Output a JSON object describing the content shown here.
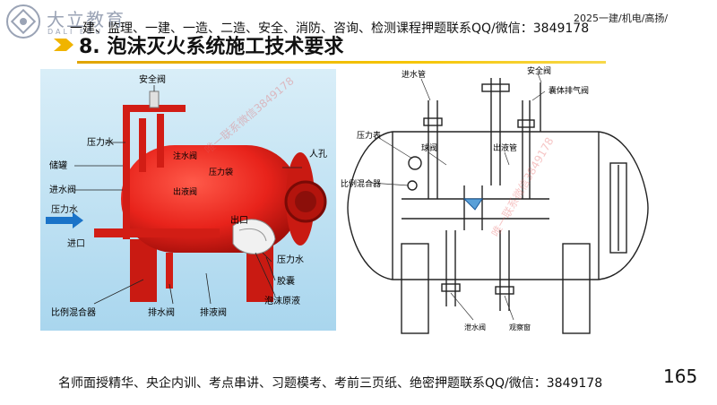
{
  "brand": {
    "name": "大立教育",
    "sub": "DALI EDU"
  },
  "banner": {
    "top_text": "一建、监理、一建、一造、二造、安全、消防、咨询、检测课程押题联系QQ/微信：3849178",
    "course_tag": "2025一建/机电/高扬/"
  },
  "slide": {
    "title": "8. 泡沫灭火系统施工技术要求",
    "footer": "名师面授精华、央企内训、考点串讲、习题模考、考前三页纸、绝密押题联系QQ/微信：3849178",
    "page_number": "165"
  },
  "left_diagram": {
    "labels": {
      "safety_valve": "安全阀",
      "pressure_water_top": "压力水",
      "tank": "储罐",
      "inlet_valve": "进水阀",
      "pressure_water_left": "压力水",
      "inlet": "进口",
      "proportioner": "比例混合器",
      "water_valve": "注水阀",
      "outlet_valve": "出液阀",
      "bladder_small": "压力袋",
      "manhole": "人孔",
      "outlet": "出口",
      "pressure_water_right": "压力水",
      "bladder": "胶囊",
      "foam_liquid": "泡沫原液",
      "drain_valve": "排水阀",
      "discharge_valve": "排液阀"
    }
  },
  "right_diagram": {
    "labels": {
      "inlet_pipe": "进水管",
      "safety_valve": "安全阀",
      "bladder_vent": "囊体排气阀",
      "pressure_gauge": "压力表",
      "ball_valve": "球阀",
      "outlet_pipe": "出液管",
      "proportioner": "比例混合器",
      "drain_valve": "泄水阀",
      "sight_glass": "观察窗"
    }
  },
  "watermark": {
    "text": "唯一联系微信3849178"
  },
  "colors": {
    "accent": "#e0a400",
    "tank_red": "#e8231b",
    "label_blue": "#1a73c8"
  }
}
